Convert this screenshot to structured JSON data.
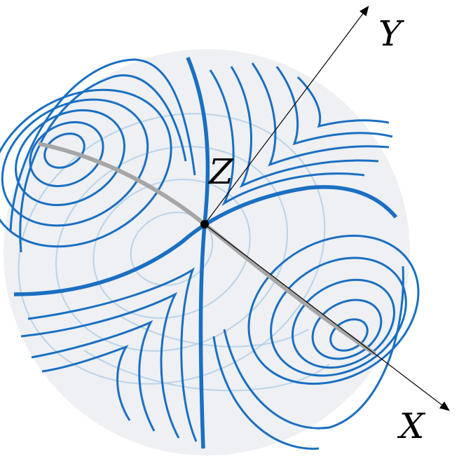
{
  "labels": {
    "x_axis": "X",
    "y_axis": "Y",
    "z_axis": "Z"
  },
  "colors": {
    "sphere_fill": "#eef0f3",
    "trajectory": "#1a6fc2",
    "trajectory_back": "#a9c9e6",
    "great_circle": "#a6a6a6",
    "axis_line": "#000000"
  }
}
